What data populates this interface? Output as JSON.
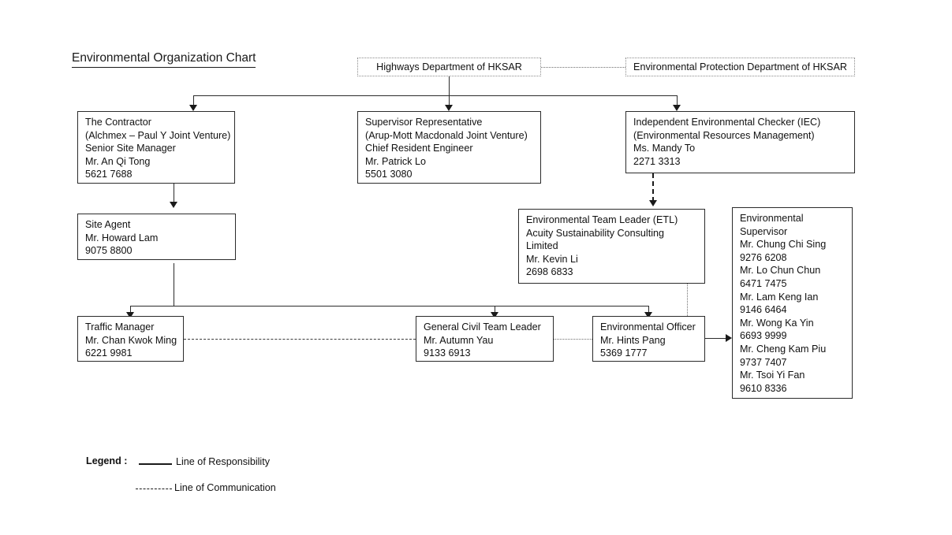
{
  "title": "Environmental Organization Chart",
  "boxes": {
    "highways_department": {
      "name": "Highways Department of HKSAR",
      "lines": [
        "Highways Department of HKSAR"
      ]
    },
    "epd": {
      "name": "Environmental Protection Department of HKSAR",
      "lines": [
        "Environmental Protection Department of HKSAR"
      ]
    },
    "contractor": {
      "role": "The Contractor",
      "organisation": "(Alchmex – Paul Y Joint Venture)",
      "position": "Senior Site Manager",
      "person": "Mr. An Qi Tong",
      "phone": "5621 7688"
    },
    "supervisor_representative": {
      "role": "Supervisor Representative",
      "organisation": "(Arup-Mott Macdonald Joint Venture)",
      "position": "Chief Resident Engineer",
      "person": "Mr. Patrick Lo",
      "phone": "5501 3080"
    },
    "iec": {
      "role": "Independent Environmental Checker (IEC)",
      "organisation": "(Environmental Resources Management)",
      "person": "Ms. Mandy To",
      "phone": "2271 3313"
    },
    "site_agent": {
      "role": "Site Agent",
      "person": "Mr. Howard Lam",
      "phone": "9075 8800"
    },
    "etl": {
      "role": "Environmental Team Leader (ETL)",
      "organisation_line1": "Acuity Sustainability Consulting",
      "organisation_line2": "Limited",
      "person": "Mr. Kevin Li",
      "phone": "2698 6833"
    },
    "environmental_supervisor": {
      "role_line1": "Environmental",
      "role_line2": "Supervisor",
      "staff": [
        {
          "person": "Mr. Chung Chi Sing",
          "phone": "9276 6208"
        },
        {
          "person": "Mr. Lo Chun Chun",
          "phone": "6471 7475"
        },
        {
          "person": "Mr. Lam Keng Ian",
          "phone": "9146 6464"
        },
        {
          "person": "Mr. Wong Ka Yin",
          "phone": "6693 9999"
        },
        {
          "person": "Mr. Cheng Kam Piu",
          "phone": "9737 7407"
        },
        {
          "person": "Mr. Tsoi Yi Fan",
          "phone": "9610 8336"
        }
      ]
    },
    "traffic_manager": {
      "role": "Traffic Manager",
      "person": "Mr. Chan Kwok Ming",
      "phone": "6221 9981"
    },
    "general_civil_team_leader": {
      "role": "General Civil Team Leader",
      "person": "Mr. Autumn Yau",
      "phone": "9133 6913"
    },
    "environmental_officer": {
      "role": "Environmental Officer",
      "person": "Mr. Hints Pang",
      "phone": "5369 1777"
    }
  },
  "legend": {
    "label": "Legend :",
    "responsibility": "Line of Responsibility",
    "communication": "Line of Communication"
  },
  "colors": {
    "box_border": "#2b2b2b",
    "dotted_border": "#8a8a8a",
    "connector": "#1a1a1a",
    "text": "#111111",
    "background": "#ffffff"
  },
  "chart_data": {
    "type": "diagram",
    "subtype": "organization-chart",
    "title": "Environmental Organization Chart",
    "nodes": [
      {
        "id": "highways_department",
        "label": "Highways Department of HKSAR",
        "level": 0,
        "border": "dotted"
      },
      {
        "id": "epd",
        "label": "Environmental Protection Department of HKSAR",
        "level": 0,
        "border": "dotted"
      },
      {
        "id": "contractor",
        "label": "The Contractor",
        "level": 1,
        "border": "solid"
      },
      {
        "id": "supervisor_representative",
        "label": "Supervisor Representative",
        "level": 1,
        "border": "solid"
      },
      {
        "id": "iec",
        "label": "Independent Environmental Checker (IEC)",
        "level": 1,
        "border": "solid"
      },
      {
        "id": "site_agent",
        "label": "Site Agent",
        "level": 2,
        "border": "solid"
      },
      {
        "id": "etl",
        "label": "Environmental Team Leader (ETL)",
        "level": 2,
        "border": "solid"
      },
      {
        "id": "environmental_supervisor",
        "label": "Environmental Supervisor",
        "level": 3,
        "border": "solid"
      },
      {
        "id": "traffic_manager",
        "label": "Traffic Manager",
        "level": 3,
        "border": "solid"
      },
      {
        "id": "general_civil_team_leader",
        "label": "General Civil Team Leader",
        "level": 3,
        "border": "solid"
      },
      {
        "id": "environmental_officer",
        "label": "Environmental Officer",
        "level": 3,
        "border": "solid"
      }
    ],
    "edges": [
      {
        "from": "highways_department",
        "to": "epd",
        "style": "dotted",
        "kind": "communication"
      },
      {
        "from": "highways_department",
        "to": "contractor",
        "style": "solid",
        "kind": "responsibility"
      },
      {
        "from": "highways_department",
        "to": "supervisor_representative",
        "style": "solid",
        "kind": "responsibility"
      },
      {
        "from": "highways_department",
        "to": "iec",
        "style": "solid",
        "kind": "responsibility"
      },
      {
        "from": "contractor",
        "to": "site_agent",
        "style": "solid",
        "kind": "responsibility"
      },
      {
        "from": "iec",
        "to": "etl",
        "style": "dashed",
        "kind": "communication"
      },
      {
        "from": "site_agent",
        "to": "traffic_manager",
        "style": "solid",
        "kind": "responsibility"
      },
      {
        "from": "site_agent",
        "to": "general_civil_team_leader",
        "style": "solid",
        "kind": "responsibility"
      },
      {
        "from": "site_agent",
        "to": "environmental_officer",
        "style": "solid",
        "kind": "responsibility"
      },
      {
        "from": "etl",
        "to": "environmental_officer",
        "style": "dotted",
        "kind": "communication"
      },
      {
        "from": "traffic_manager",
        "to": "general_civil_team_leader",
        "style": "dashed",
        "kind": "communication"
      },
      {
        "from": "general_civil_team_leader",
        "to": "environmental_officer",
        "style": "dotted",
        "kind": "communication"
      },
      {
        "from": "environmental_officer",
        "to": "environmental_supervisor",
        "style": "solid",
        "kind": "responsibility"
      }
    ],
    "legend": [
      {
        "style": "solid",
        "label": "Line of Responsibility"
      },
      {
        "style": "dashed",
        "label": "Line of Communication"
      }
    ]
  }
}
